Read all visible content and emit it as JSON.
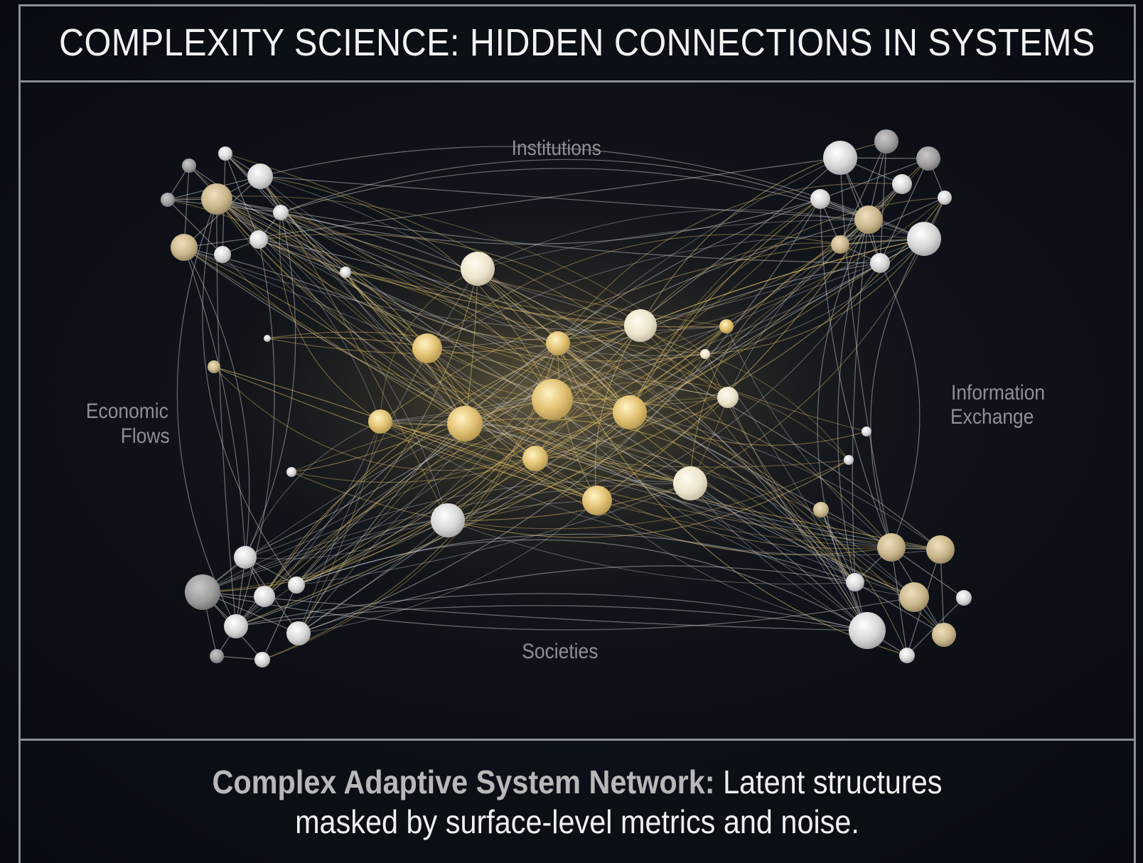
{
  "title": "COMPLEXITY SCIENCE: HIDDEN CONNECTIONS IN SYSTEMS",
  "labels": {
    "top": "Institutions",
    "left_line1": "Economic",
    "left_line2": "Flows",
    "right_line1": "Information",
    "right_line2": "Exchange",
    "bottom": "Societies"
  },
  "caption": {
    "lead": "Complex Adaptive System Network:",
    "rest": " Latent structures masked by surface-level metrics and noise."
  },
  "colors": {
    "background": "#0b1017",
    "frame": "#8a8f96",
    "gold": "#e6c77a",
    "silver": "#d8d8d8"
  }
}
